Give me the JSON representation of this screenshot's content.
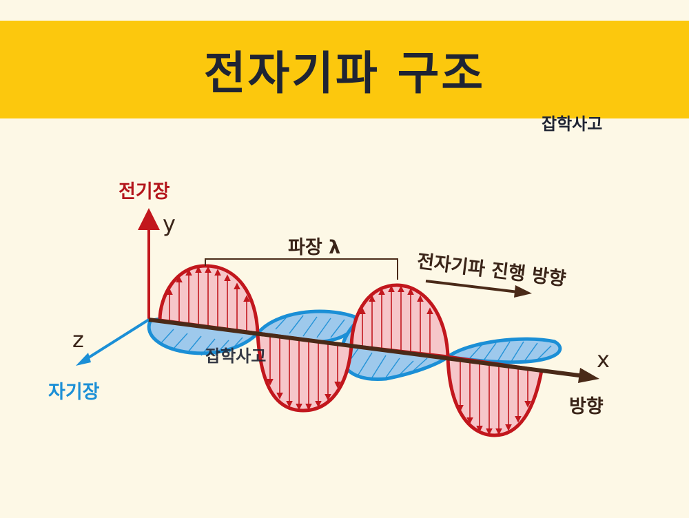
{
  "title": "전자기파 구조",
  "watermark": "잡학사고",
  "labels": {
    "electric_field": "전기장",
    "magnetic_field": "자기장",
    "y_axis": "y",
    "z_axis": "z",
    "x_axis": "x",
    "wavelength": "파장 λ",
    "propagation": "전자기파 진행 방향",
    "direction": "방향"
  },
  "colors": {
    "banner": "#fcc80d",
    "background": "#fdf8e6",
    "electric": "#c2171d",
    "electric_fill": "#f6c6c9",
    "magnetic": "#1b8fd6",
    "magnetic_fill": "#9ec9ec",
    "axis": "#4a2a18"
  }
}
